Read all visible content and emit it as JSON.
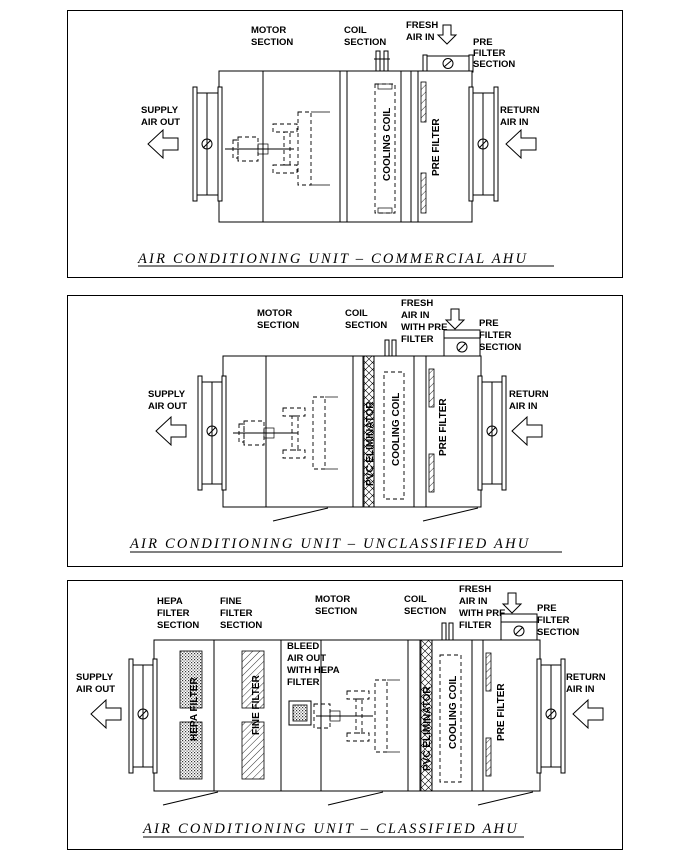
{
  "panels": [
    {
      "id": "commercial",
      "title": "AIR CONDITIONING UNIT – COMMERCIAL AHU",
      "labels": {
        "motor_section": [
          "MOTOR",
          "SECTION"
        ],
        "coil_section": [
          "COIL",
          "SECTION"
        ],
        "fresh_air": [
          "FRESH",
          "AIR IN"
        ],
        "pre_filter_section": [
          "PRE",
          "FILTER",
          "SECTION"
        ],
        "supply_air": [
          "SUPPLY",
          "AIR OUT"
        ],
        "return_air": [
          "RETURN",
          "AIR IN"
        ],
        "cooling_coil": "COOLING COIL",
        "pre_filter": "PRE FILTER"
      }
    },
    {
      "id": "unclassified",
      "title": "AIR CONDITIONING UNIT – UNCLASSIFIED AHU",
      "labels": {
        "motor_section": [
          "MOTOR",
          "SECTION"
        ],
        "coil_section": [
          "COIL",
          "SECTION"
        ],
        "fresh_air": [
          "FRESH",
          "AIR IN",
          "WITH PRE",
          "FILTER"
        ],
        "pre_filter_section": [
          "PRE",
          "FILTER",
          "SECTION"
        ],
        "supply_air": [
          "SUPPLY",
          "AIR OUT"
        ],
        "return_air": [
          "RETURN",
          "AIR IN"
        ],
        "pvc_eliminator": "PVC ELIMINATOR",
        "cooling_coil": "COOLING COIL",
        "pre_filter": "PRE FILTER"
      }
    },
    {
      "id": "classified",
      "title": "AIR CONDITIONING UNIT – CLASSIFIED AHU",
      "labels": {
        "hepa_filter_section": [
          "HEPA",
          "FILTER",
          "SECTION"
        ],
        "fine_filter_section": [
          "FINE",
          "FILTER",
          "SECTION"
        ],
        "motor_section": [
          "MOTOR",
          "SECTION"
        ],
        "coil_section": [
          "COIL",
          "SECTION"
        ],
        "fresh_air": [
          "FRESH",
          "AIR IN",
          "WITH PRE",
          "FILTER"
        ],
        "pre_filter_section": [
          "PRE",
          "FILTER",
          "SECTION"
        ],
        "supply_air": [
          "SUPPLY",
          "AIR OUT"
        ],
        "return_air": [
          "RETURN",
          "AIR IN"
        ],
        "bleed_air": [
          "BLEED",
          "AIR OUT",
          "WITH HEPA",
          "FILTER"
        ],
        "hepa_filter": "HEPA FILTER",
        "fine_filter": "FINE FILTER",
        "pvc_eliminator": "PVC ELIMINATOR",
        "cooling_coil": "COOLING COIL",
        "pre_filter": "PRE FILTER"
      }
    }
  ]
}
